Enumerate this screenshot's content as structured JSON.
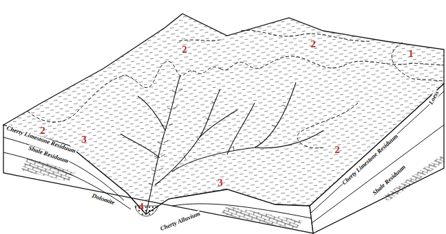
{
  "diagram": {
    "labels": [
      "2",
      "2",
      "1",
      "Loess",
      "2",
      "3",
      "Cherty Limestone Residuum",
      "Shale Residuum",
      "3",
      "2",
      "4",
      "Dolomite",
      "Cherty Alluvium",
      "Cherty Limestone Residuum",
      "Shale Residuum"
    ]
  }
}
